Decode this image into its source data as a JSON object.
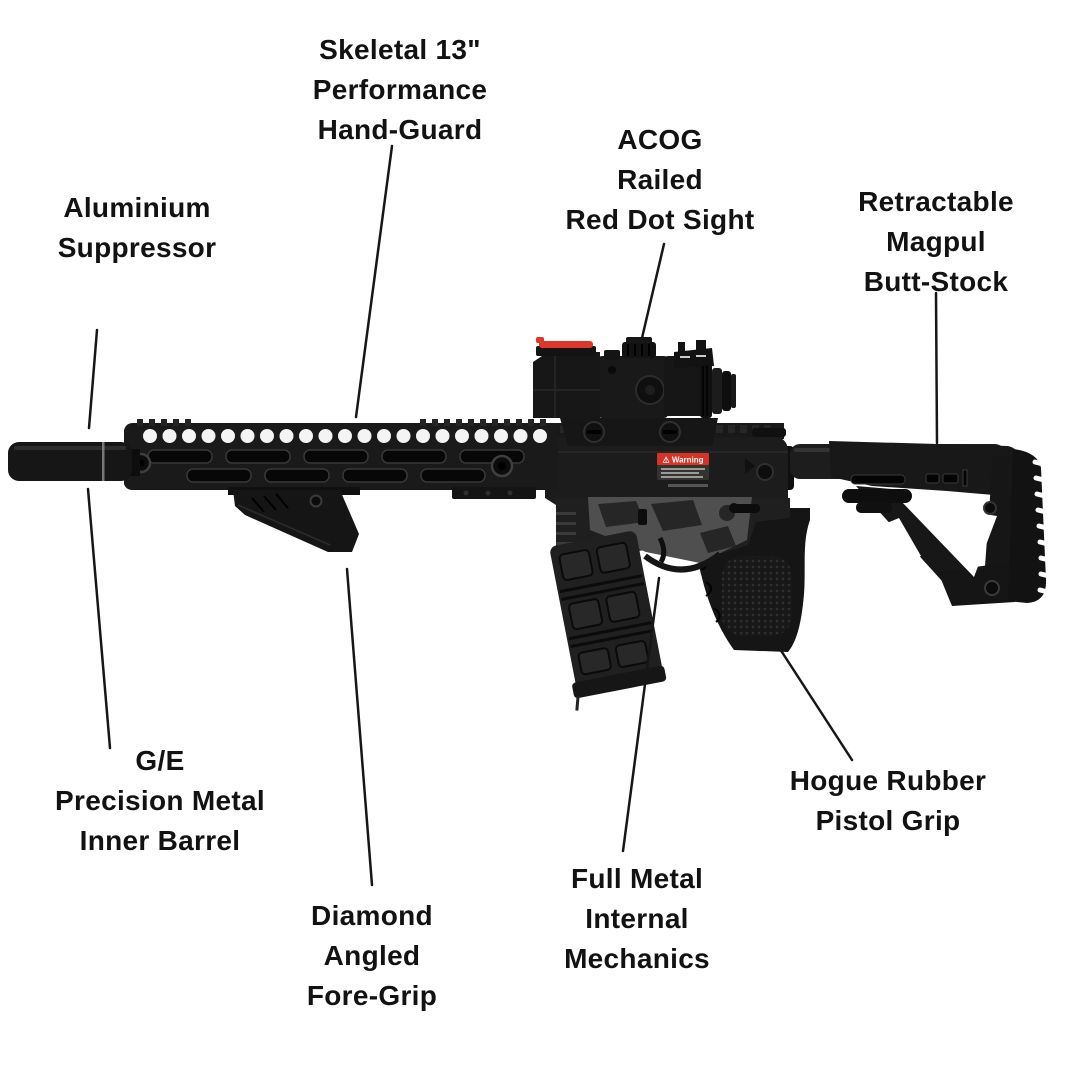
{
  "diagram": {
    "subject": "annotated airsoft AR-15 style rifle parts diagram",
    "background": "#ffffff"
  },
  "callouts": {
    "handguard": {
      "text": "Skeletal 13\"\nPerformance\nHand-Guard"
    },
    "sight": {
      "text": "ACOG\nRailed\nRed Dot Sight"
    },
    "buttstock": {
      "text": "Retractable\nMagpul\nButt-Stock"
    },
    "suppressor": {
      "text": "Aluminium\nSuppressor"
    },
    "inner_barrel": {
      "text": "G/E\nPrecision Metal\nInner Barrel"
    },
    "foregrip": {
      "text": "Diamond\nAngled\nFore-Grip"
    },
    "mechanics": {
      "text": "Full Metal\nInternal\nMechanics"
    },
    "pistol_grip": {
      "text": "Hogue Rubber\nPistol Grip"
    }
  },
  "rifle": {
    "warning_text": "⚠ Warning",
    "colors": {
      "body_black": "#161616",
      "detail_gray": "#4f4f4f",
      "warning_red": "#d63327",
      "fiber_optic_red": "#e0352b",
      "label_text": "#121212",
      "leader_line": "#161616"
    }
  }
}
